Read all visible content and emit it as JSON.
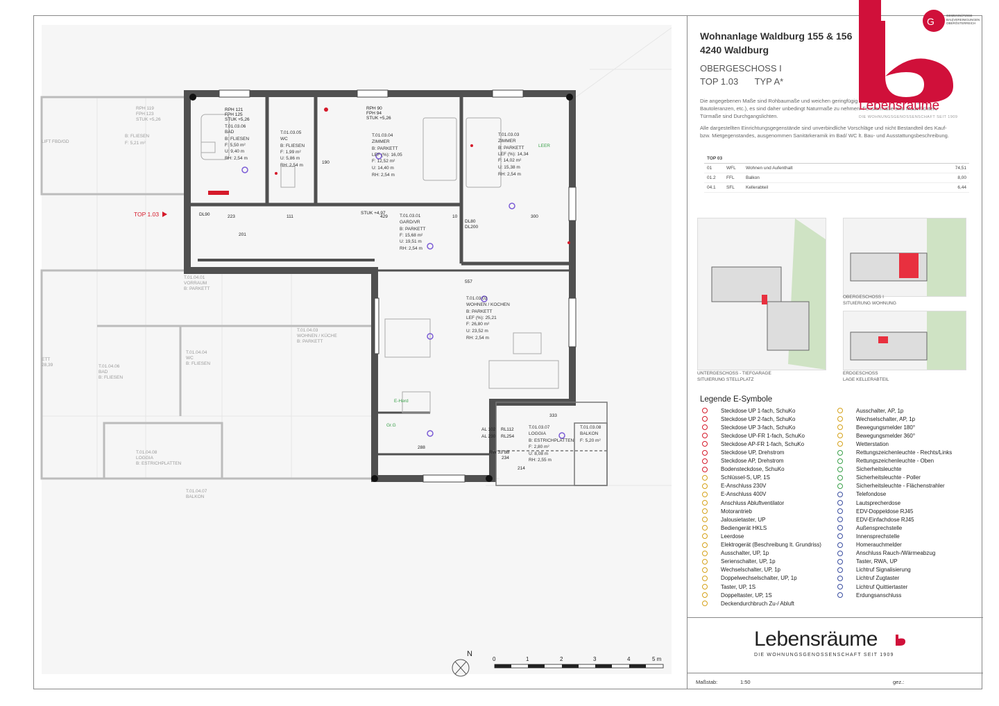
{
  "project": {
    "title_line1": "Wohnanlage Waldburg 155 & 156",
    "title_line2": "4240 Waldburg",
    "floor": "OBERGESCHOSS I",
    "top": "TOP 1.03",
    "type": "TYP A*",
    "disclaimer_1": "Die angegebenen Maße sind Rohbaumaße und weichen geringfügig ab (Innenputz, Verfliesungen, Bautoleranzen, etc.), es sind daher unbedingt Naturmaße zu nehmen. Fenstermaße sind Mauerlichten, Türmaße sind Durchgangslichten.",
    "disclaimer_2": "Alle dargestellten Einrichtungsgegenstände sind unverbindliche Vorschläge und nicht Bestandteil des Kauf- bzw. Mietgegenstandes, ausgenommen Sanitärkeramik im Bad/ WC lt. Bau- und Ausstattungsbeschreibung."
  },
  "areas": {
    "header": "TOP 03",
    "rows": [
      {
        "nr": "01",
        "code": "WFL",
        "name": "Wohnen und Aufenthalt",
        "value": "74,51"
      },
      {
        "nr": "01.2",
        "code": "FFL",
        "name": "Balkon",
        "value": "8,00"
      },
      {
        "nr": "04.1",
        "code": "SFL",
        "name": "Kellerabteil",
        "value": "6,44"
      }
    ]
  },
  "site_plans": {
    "og": "OBERGESCHOSS I\nSITUIERUNG WOHNUNG",
    "ug": "UNTERGESCHOSS - TIEFGARAGE\nSITUIERUNG STELLPLATZ",
    "eg": "ERDGESCHOSS\nLAGE KELLERABTEIL",
    "highlight_color": "#e8303f"
  },
  "legend": {
    "title": "Legende E-Symbole",
    "left": [
      "Steckdose UP 1-fach, SchuKo",
      "Steckdose UP 2-fach, SchuKo",
      "Steckdose UP 3-fach, SchuKo",
      "Steckdose UP-FR 1-fach, SchuKo",
      "Steckdose AP-FR 1-fach, SchuKo",
      "Steckdose UP, Drehstrom",
      "Steckdose AP, Drehstrom",
      "Bodensteckdose, SchuKo",
      "Schlüssel-S, UP, 1S",
      "E-Anschluss 230V",
      "E-Anschluss 400V",
      "Anschluss Abluftventilator",
      "Motorantrieb",
      "Jalousietaster, UP",
      "Bediengerät HKLS",
      "Leerdose",
      "Elektrogerät (Beschreibung lt. Grundriss)",
      "Ausschalter, UP, 1p",
      "Serienschalter, UP, 1p",
      "Wechselschalter, UP, 1p",
      "Doppelwechselschalter, UP, 1p",
      "Taster, UP, 1S",
      "Doppeltaster, UP, 1S",
      "Deckendurchbruch Zu-/ Abluft"
    ],
    "right": [
      "Ausschalter, AP, 1p",
      "Wechselschalter, AP, 1p",
      "Bewegungsmelder 180°",
      "Bewegungsmelder 360°",
      "Wetterstation",
      "Rettungszeichenleuchte - Rechts/Links",
      "Rettungszeichenleuchte - Oben",
      "Sicherheitsleuchte",
      "Sicherheitsleuchte - Poller",
      "Sicherheitsleuchte - Flächenstrahler",
      "Telefondose",
      "Lautsprecherdose",
      "EDV-Doppeldose RJ45",
      "EDV-Einfachdose RJ45",
      "Außensprechstelle",
      "Innensprechstelle",
      "Homerauchmelder",
      "Anschluss Rauch-/Wärmeabzug",
      "Taster, RWA, UP",
      "Lichtruf Signalisierung",
      "Lichtruf Zugtaster",
      "Lichtruf Quittiertaster",
      "Erdungsanschluss"
    ]
  },
  "brand": {
    "word": "Lebensräume",
    "tagline": "DIE WOHNUNGSGENOSSENSCHAFT SEIT 1909",
    "logo_color": "#d0103a",
    "logo_word": "Lebensräume",
    "logo_tagline": "DIE WOHNUNGSGENOSSENSCHAFT SEIT 1909",
    "logo_sub": "GEMEINNÜTZIGE\nBAU|VEREINIGUNGEN\nOBERÖSTERREICH"
  },
  "footer": {
    "scale_label": "Maßstab:",
    "scale_value": "1:50",
    "checked_label": "gez.:"
  },
  "plan": {
    "top_marker": "TOP 1.03",
    "north": "N",
    "scale_ticks": [
      "0",
      "1",
      "2",
      "3",
      "4",
      "5 m"
    ],
    "rooms": [
      {
        "id": "T.01.03.06",
        "name": "BAD",
        "floor": "B: FLIESEN",
        "a": "F: 5,50 m²",
        "b": "U: 9,40 m",
        "c": "RH: 2,54 m"
      },
      {
        "id": "T.01.03.05",
        "name": "WC",
        "floor": "B: FLIESEN",
        "a": "F: 1,99 m²",
        "b": "U: 5,86 m",
        "c": "RH: 2,54 m"
      },
      {
        "id": "T.01.03.04",
        "name": "ZIMMER",
        "floor": "B: PARKETT",
        "a": "LEF (%): 16,05",
        "b": "F: 12,52 m²",
        "c": "U: 14,40 m",
        "d": "RH: 2,54 m"
      },
      {
        "id": "T.01.03.03",
        "name": "ZIMMER",
        "floor": "B: PARKETT",
        "a": "LEF (%): 14,34",
        "b": "F: 14,02 m²",
        "c": "U: 15,38 m",
        "d": "RH: 2,54 m"
      },
      {
        "id": "T.01.03.01",
        "name": "GARD/VR",
        "floor": "B: PARKETT",
        "a": "F: 15,68 m²",
        "b": "U: 19,51 m",
        "c": "RH: 2,54 m"
      },
      {
        "id": "T.01.03.02",
        "name": "WOHNEN / KOCHEN",
        "floor": "B: PARKETT",
        "a": "LEF (%): 25,21",
        "b": "F: 26,80 m²",
        "c": "U: 23,52 m",
        "d": "RH: 2,54 m"
      },
      {
        "id": "T.01.03.07",
        "name": "LOGGIA",
        "floor": "B: ESTRICHPLATTEN",
        "a": "F: 2,80 m²",
        "b": "U: 8,08 m",
        "c": "RH: 2,55 m"
      },
      {
        "id": "T.01.03.08",
        "name": "BALKON",
        "floor": "F: 5,20 m²"
      }
    ],
    "dims": [
      "223",
      "111",
      "429",
      "300",
      "10",
      "557",
      "288",
      "333",
      "214",
      "234",
      "201",
      "190"
    ],
    "window_tags": [
      "RPH 121",
      "FPH 125",
      "STUK +5,26",
      "RPH 90",
      "FPH 94",
      "STUK +5,26",
      "STUK +4,97",
      "DL80",
      "DL200",
      "DL90",
      "RW 33 dB",
      "LEER",
      "E-Herd",
      "Gr.G",
      "AL 102",
      "AL 230",
      "RL112",
      "RL254"
    ]
  }
}
